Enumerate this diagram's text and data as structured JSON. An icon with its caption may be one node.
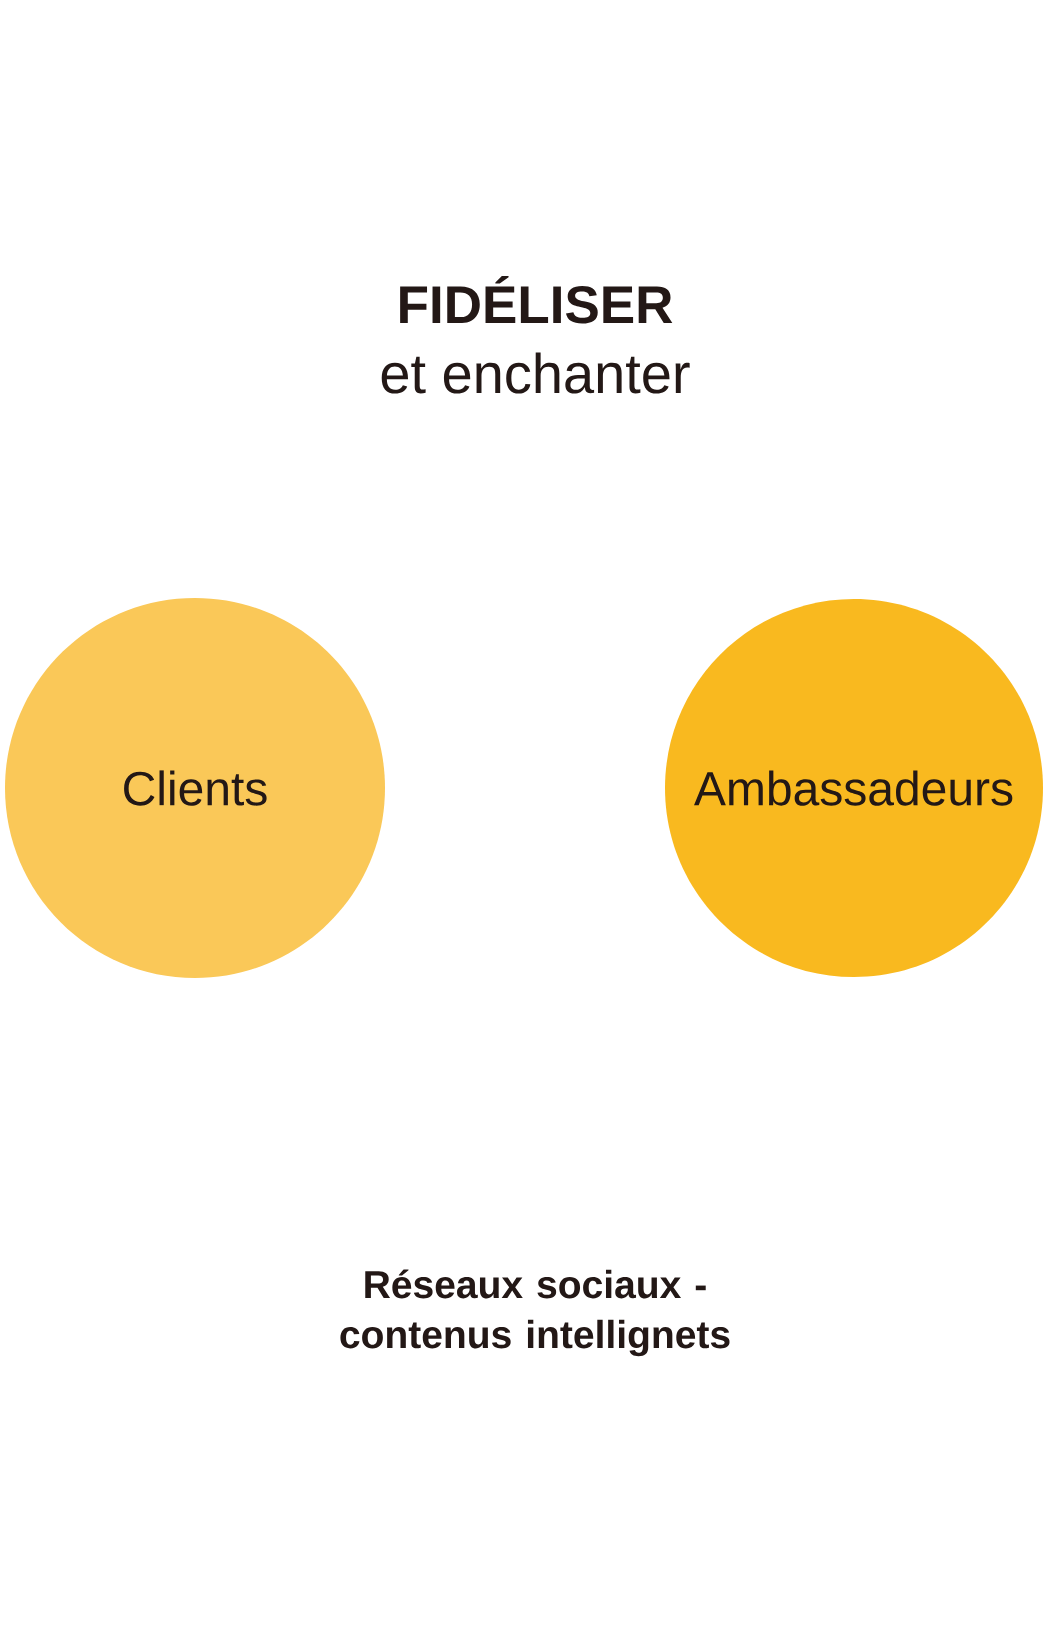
{
  "diagram": {
    "title": "FIDÉLISER",
    "nodes": [
      {
        "text": [
          "Clients"
        ]
      },
      {
        "text": [
          "Ambassadeurs"
        ]
      }
    ],
    "labels": [
      "et enchanter",
      "Réseaux sociaux - contenus intellignets"
    ]
  }
}
